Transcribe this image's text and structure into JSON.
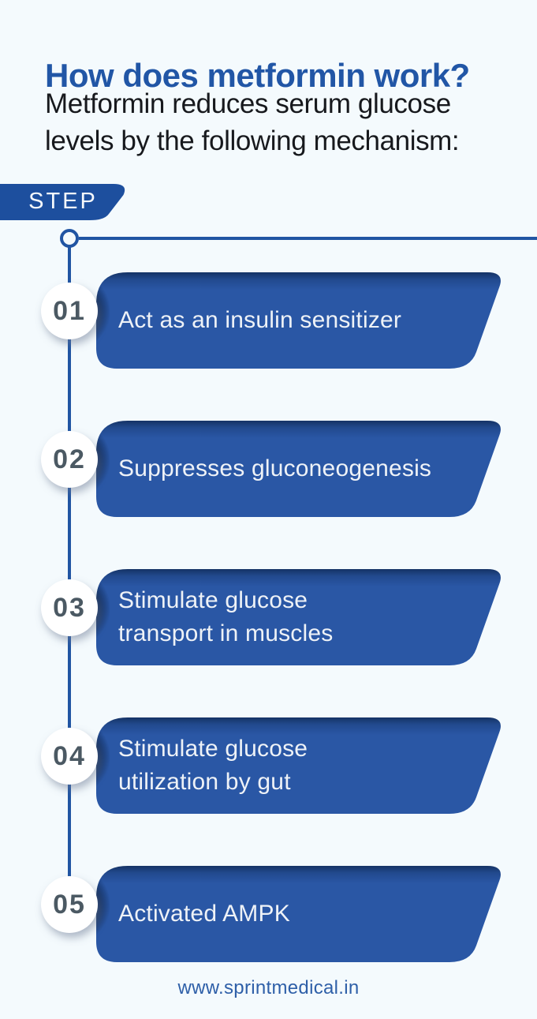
{
  "page": {
    "title": "How does metformin work?",
    "subtitle": "Metformin reduces serum glucose levels by the following mechanism:",
    "ribbon_label": "STEP",
    "footer_url": "www.sprintmedical.in"
  },
  "steps": [
    {
      "number": "01",
      "text": "Act as an insulin sensitizer"
    },
    {
      "number": "02",
      "text": "Suppresses gluconeogenesis"
    },
    {
      "number": "03",
      "text": "Stimulate glucose\ntransport in muscles"
    },
    {
      "number": "04",
      "text": "Stimulate glucose\nutilization by gut"
    },
    {
      "number": "05",
      "text": "Activated AMPK"
    }
  ],
  "colors": {
    "background": "#f4fafd",
    "title_blue": "#2156a6",
    "banner_blue": "#2a57a5",
    "ribbon_blue": "#1d4f9e",
    "timeline_blue": "#2155a3",
    "number_gray": "#4b5963",
    "footer_blue": "#2e5fa8",
    "banner_text": "#eef2f7",
    "body_text": "#17191d"
  }
}
